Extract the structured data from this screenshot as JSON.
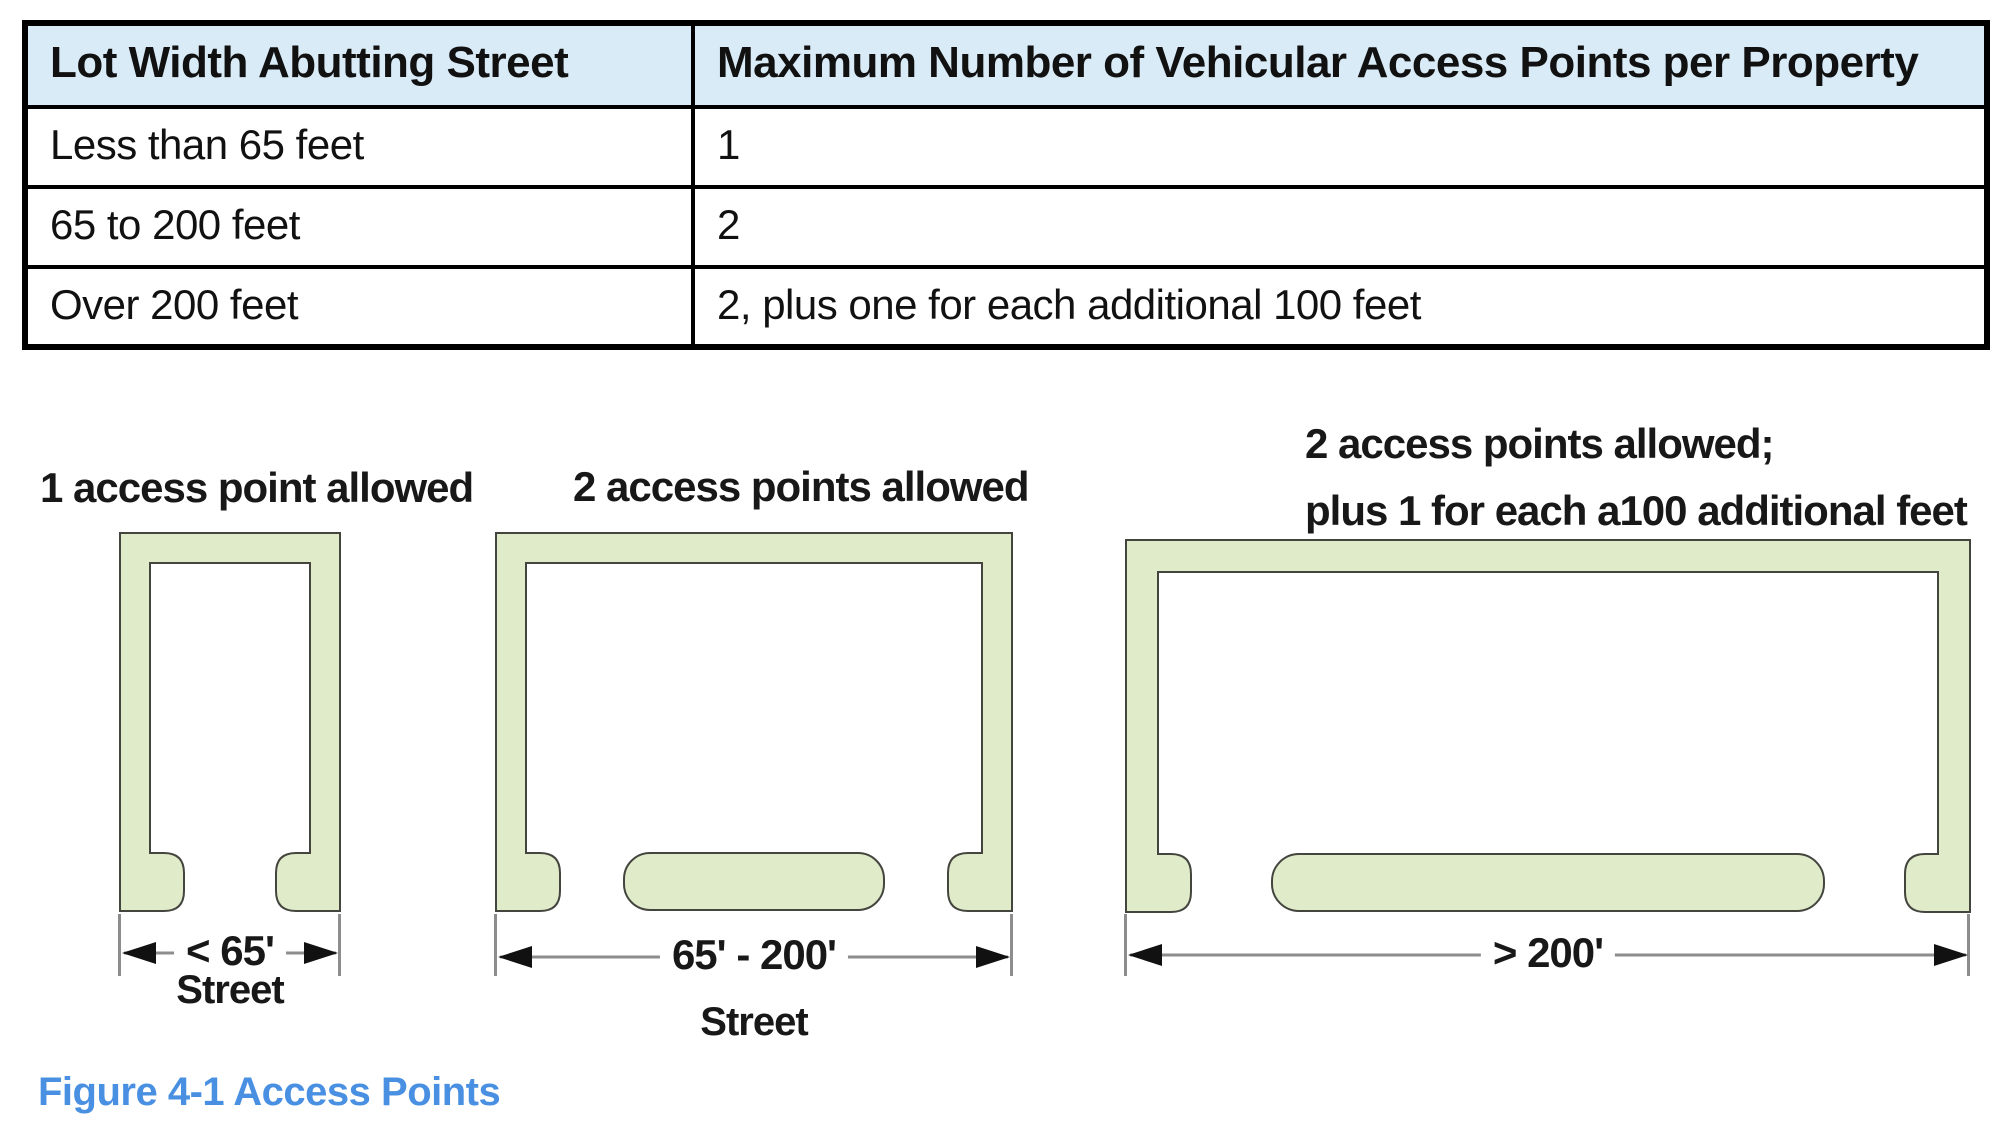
{
  "table": {
    "headers": [
      "Lot Width Abutting Street",
      "Maximum Number of Vehicular Access Points per Property"
    ],
    "rows": [
      [
        "Less than 65 feet",
        "1"
      ],
      [
        "65 to 200 feet",
        "2"
      ],
      [
        "Over 200 feet",
        "2, plus one for each additional 100 feet"
      ]
    ]
  },
  "figure": {
    "caption": "Figure 4-1 Access Points",
    "diagrams": [
      {
        "title": "1 access point allowed",
        "dimension": "< 65'",
        "street_label": "Street"
      },
      {
        "title": "2 access points allowed",
        "dimension": "65' - 200'",
        "street_label": "Street"
      },
      {
        "title": "2 access points allowed;",
        "title2": "plus 1 for each a100 additional feet",
        "dimension": "> 200'"
      }
    ]
  },
  "colors": {
    "lot_fill": "#e0ebc9",
    "lot_stroke": "#45453f",
    "header_bg": "#d9ebf7",
    "caption_blue": "#4a90e2",
    "dim_gray": "#8d8d8d"
  }
}
